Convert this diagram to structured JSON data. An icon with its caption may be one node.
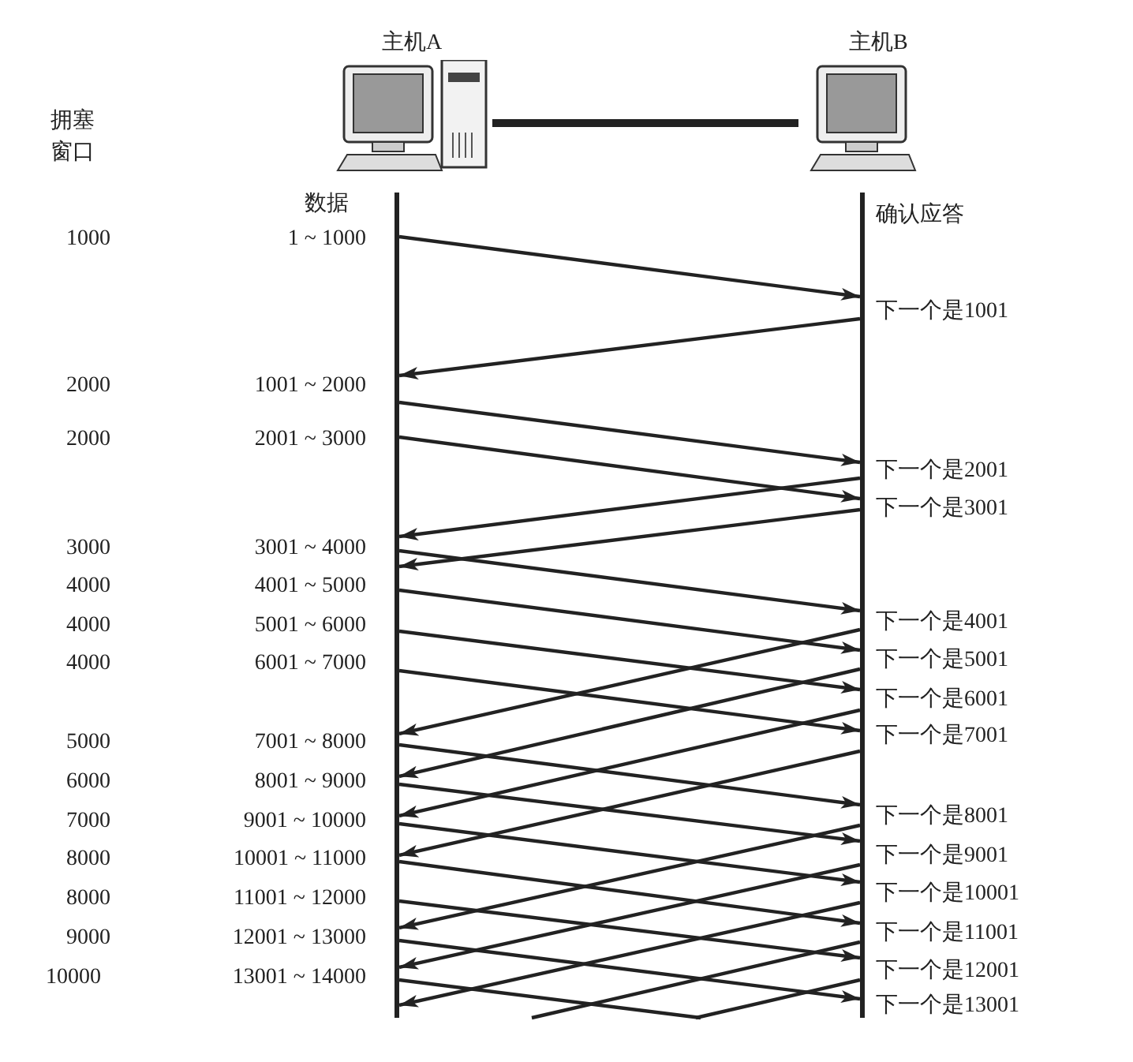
{
  "diagram": {
    "nodes": [
      {
        "text": [
          "主机A"
        ]
      },
      {
        "text": [
          "主机B"
        ]
      },
      {
        "text": [],
        "shape": "bar"
      },
      {
        "text": [],
        "shape": "bar"
      }
    ],
    "edges": [
      {
        "from": 0,
        "to": 1,
        "arrow": "none",
        "style": "thick"
      },
      {
        "from": 2,
        "to": 3,
        "arrow": "to"
      },
      {
        "from": 3,
        "to": 2,
        "arrow": "to"
      },
      {
        "from": 2,
        "to": 3,
        "arrow": "to"
      },
      {
        "from": 2,
        "to": 3,
        "arrow": "to"
      },
      {
        "from": 3,
        "to": 2,
        "arrow": "to"
      },
      {
        "from": 3,
        "to": 2,
        "arrow": "to"
      },
      {
        "from": 2,
        "to": 3,
        "arrow": "to"
      },
      {
        "from": 2,
        "to": 3,
        "arrow": "to"
      },
      {
        "from": 2,
        "to": 3,
        "arrow": "to"
      },
      {
        "from": 2,
        "to": 3,
        "arrow": "to"
      },
      {
        "from": 3,
        "to": 2,
        "arrow": "to"
      },
      {
        "from": 3,
        "to": 2,
        "arrow": "to"
      },
      {
        "from": 3,
        "to": 2,
        "arrow": "to"
      },
      {
        "from": 3,
        "to": 2,
        "arrow": "to"
      },
      {
        "from": 2,
        "to": 3,
        "arrow": "to"
      },
      {
        "from": 2,
        "to": 3,
        "arrow": "to"
      },
      {
        "from": 2,
        "to": 3,
        "arrow": "to"
      },
      {
        "from": 2,
        "to": 3,
        "arrow": "to"
      },
      {
        "from": 2,
        "to": 3,
        "arrow": "to"
      },
      {
        "from": 2,
        "to": 3,
        "arrow": "to"
      },
      {
        "from": 3,
        "to": 2,
        "arrow": "to"
      },
      {
        "from": 3,
        "to": 2,
        "arrow": "to"
      },
      {
        "from": 3,
        "to": 2,
        "arrow": "to"
      },
      {
        "from": 2,
        "to": null,
        "arrow": "none"
      },
      {
        "from": 3,
        "to": null,
        "arrow": "none"
      },
      {
        "from": 3,
        "to": null,
        "arrow": "none"
      }
    ],
    "labels": [
      "拥塞窗口",
      "数据",
      "确认应答",
      "1000",
      "1 ~ 1000",
      "2000",
      "1001 ~ 2000",
      "2000",
      "2001 ~ 3000",
      "3000",
      "3001 ~ 4000",
      "4000",
      "4001 ~ 5000",
      "4000",
      "5001 ~ 6000",
      "4000",
      "6001 ~ 7000",
      "5000",
      "7001 ~ 8000",
      "6000",
      "8001 ~ 9000",
      "7000",
      "9001 ~ 10000",
      "8000",
      "10001 ~ 11000",
      "8000",
      "11001 ~ 12000",
      "9000",
      "12001 ~ 13000",
      "10000",
      "13001 ~ 14000",
      "下一个是1001",
      "下一个是2001",
      "下一个是3001",
      "下一个是4001",
      "下一个是5001",
      "下一个是6001",
      "下一个是7001",
      "下一个是8001",
      "下一个是9001",
      "下一个是10001",
      "下一个是11001",
      "下一个是12001",
      "下一个是13001"
    ]
  }
}
